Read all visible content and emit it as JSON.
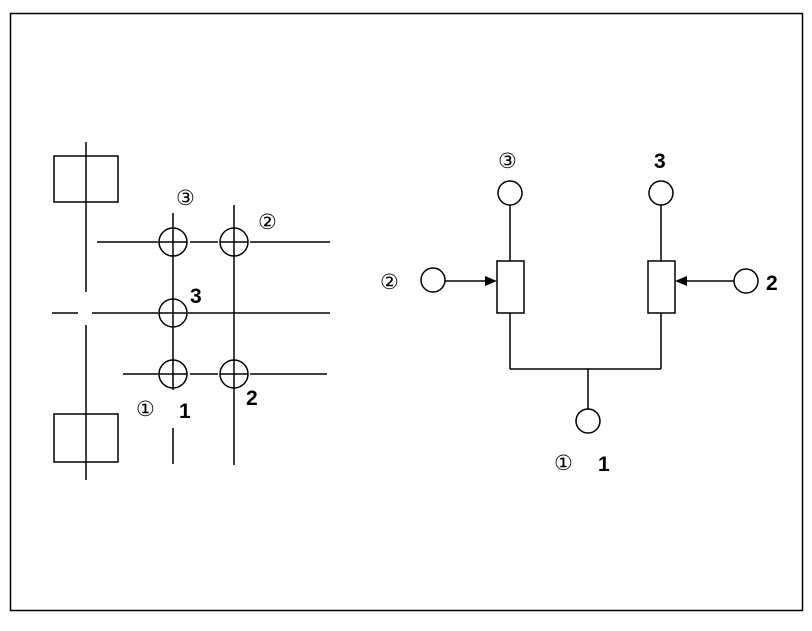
{
  "colors": {
    "stroke": "#000000",
    "background": "#ffffff"
  },
  "left_diagram": {
    "labels": {
      "c3": "③",
      "c2": "②",
      "n3": "3",
      "c1": "①",
      "n1": "1",
      "n2": "2"
    }
  },
  "right_diagram": {
    "labels": {
      "c3": "③",
      "n3": "3",
      "c2": "②",
      "n2": "2",
      "c1": "①",
      "n1": "1"
    }
  }
}
